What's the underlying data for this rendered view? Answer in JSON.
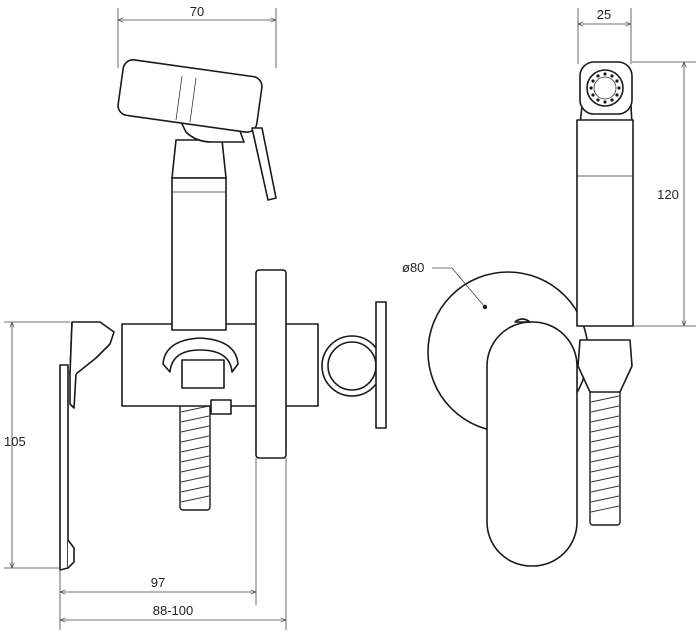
{
  "dimensions": {
    "width_top": "70",
    "width_side": "25",
    "height_handle": "120",
    "diameter_flange": "ø80",
    "height_lever": "105",
    "depth_front": "97",
    "depth_range": "88-100"
  },
  "colors": {
    "line": "#1a1a1a",
    "background": "#ffffff"
  }
}
